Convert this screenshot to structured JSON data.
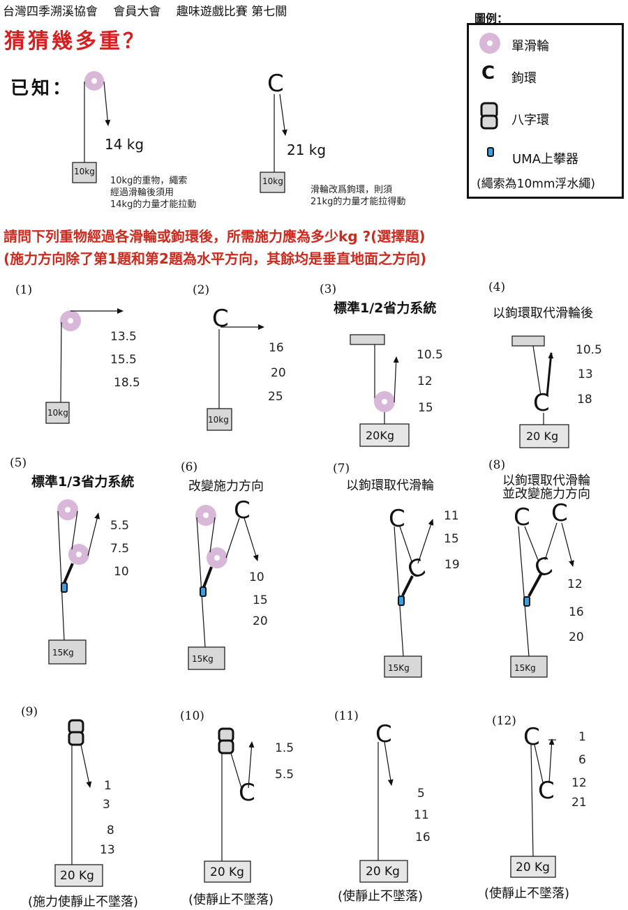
{
  "header": {
    "line": "台灣四季溯溪協會　 會員大會　 趣味遊戲比賽  第七關",
    "title": "猜猜幾多重？"
  },
  "legend": {
    "title": "圖例：",
    "items": [
      {
        "icon": "pulley-icon",
        "label": "單滑輪"
      },
      {
        "icon": "carabiner-icon",
        "label": "鉤環"
      },
      {
        "icon": "figure-eight-icon",
        "label": "八字環"
      },
      {
        "icon": "ascender-icon",
        "label": "UMA上攀器"
      }
    ],
    "rope_note": "(繩索為10mm浮水繩)"
  },
  "known": {
    "label": "已知：",
    "ex1": {
      "force": "14 kg",
      "weight": "10kg",
      "note": [
        "10kg的重物，繩索",
        "經過滑輪後須用",
        "14kg的力量才能拉動"
      ]
    },
    "ex2": {
      "glyph": "C",
      "force": "21 kg",
      "weight": "10kg",
      "note": [
        "滑輪改爲鉤環，則須",
        "21kg的力量才能拉得動"
      ]
    }
  },
  "question": {
    "line1": "請問下列重物經過各滑輪或鉤環後，所需施力應為多少kg ?(選擇題)",
    "line2": "(施力方向除了第1題和第2題為水平方向，其餘均是垂直地面之方向)"
  },
  "problems": [
    {
      "no": "(1)",
      "title": "",
      "weight": "10kg",
      "caption": "",
      "options": [
        "13.5",
        "15.5",
        "18.5"
      ]
    },
    {
      "no": "(2)",
      "title": "",
      "weight": "10kg",
      "caption": "",
      "options": [
        "16",
        "20",
        "25"
      ]
    },
    {
      "no": "(3)",
      "title": "標準1/2省力系統",
      "weight": "20Kg",
      "caption": "",
      "options": [
        "10.5",
        "12",
        "15"
      ]
    },
    {
      "no": "(4)",
      "title": "以鉤環取代滑輪後",
      "weight": "20 Kg",
      "caption": "",
      "options": [
        "10.5",
        "13",
        "18"
      ]
    },
    {
      "no": "(5)",
      "title": "標準1/3省力系統",
      "weight": "15Kg",
      "caption": "",
      "options": [
        "5.5",
        "7.5",
        "10"
      ]
    },
    {
      "no": "(6)",
      "title": "改變施力方向",
      "weight": "15Kg",
      "caption": "",
      "options": [
        "10",
        "15",
        "20"
      ]
    },
    {
      "no": "(7)",
      "title": "以鉤環取代滑輪",
      "weight": "15Kg",
      "caption": "",
      "options": [
        "11",
        "15",
        "19"
      ]
    },
    {
      "no": "(8)",
      "title": "以鉤環取代滑輪",
      "title2": "並改變施力方向",
      "weight": "15Kg",
      "caption": "",
      "options": [
        "12",
        "16",
        "20"
      ]
    },
    {
      "no": "(9)",
      "title": "",
      "weight": "20 Kg",
      "caption": "(施力使靜止不墜落)",
      "options": [
        "1",
        "3",
        "8",
        "13"
      ]
    },
    {
      "no": "(10)",
      "title": "",
      "weight": "20 Kg",
      "caption": "(使靜止不墜落)",
      "options": [
        "1.5",
        "5.5"
      ]
    },
    {
      "no": "(11)",
      "title": "",
      "weight": "20 Kg",
      "caption": "(使靜止不墜落)",
      "options": [
        "5",
        "11",
        "16"
      ]
    },
    {
      "no": "(12)",
      "title": "",
      "weight": "20 Kg",
      "caption": "(使靜止不墜落)",
      "options": [
        "1",
        "6",
        "12",
        "21"
      ]
    }
  ],
  "colors": {
    "pulley": "#d9b7d9",
    "title": "#d42020",
    "question": "#cc2a1e",
    "box_fill": "#d8d8d8"
  }
}
